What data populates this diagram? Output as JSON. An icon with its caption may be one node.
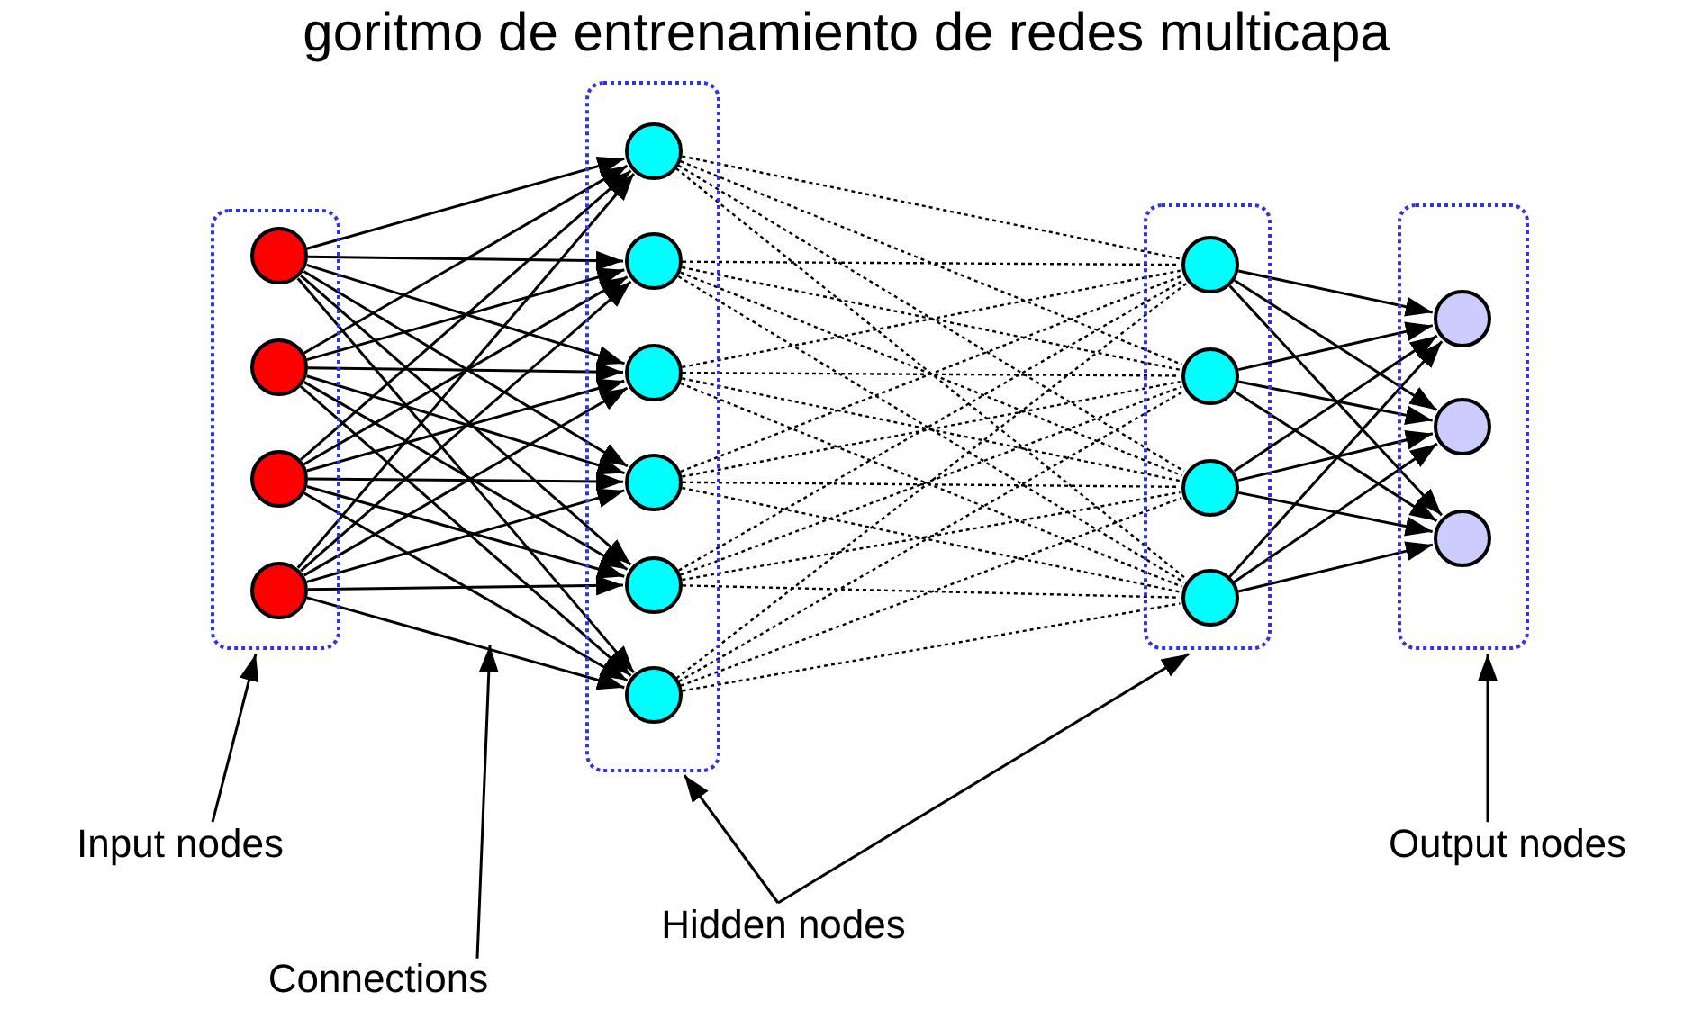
{
  "diagram": {
    "title": "goritmo de entrenamiento de redes multicapa",
    "nodes": [
      {
        "text": [],
        "shape": "box"
      },
      {
        "text": [],
        "shape": "circle",
        "in": 0
      },
      {
        "text": [],
        "shape": "circle",
        "in": 0
      },
      {
        "text": [],
        "shape": "circle",
        "in": 0
      },
      {
        "text": [],
        "shape": "circle",
        "in": 0
      },
      {
        "text": [],
        "shape": "box"
      },
      {
        "text": [],
        "shape": "circle",
        "in": 5
      },
      {
        "text": [],
        "shape": "circle",
        "in": 5
      },
      {
        "text": [],
        "shape": "circle",
        "in": 5
      },
      {
        "text": [],
        "shape": "circle",
        "in": 5
      },
      {
        "text": [],
        "shape": "circle",
        "in": 5
      },
      {
        "text": [],
        "shape": "circle",
        "in": 5
      },
      {
        "text": [],
        "shape": "box"
      },
      {
        "text": [],
        "shape": "circle",
        "in": 12
      },
      {
        "text": [],
        "shape": "circle",
        "in": 12
      },
      {
        "text": [],
        "shape": "circle",
        "in": 12
      },
      {
        "text": [],
        "shape": "circle",
        "in": 12
      },
      {
        "text": [],
        "shape": "box"
      },
      {
        "text": [],
        "shape": "circle",
        "in": 17
      },
      {
        "text": [],
        "shape": "circle",
        "in": 17
      },
      {
        "text": [],
        "shape": "circle",
        "in": 17
      },
      {
        "text": [
          "Input nodes"
        ]
      },
      {
        "text": [
          "Connections"
        ]
      },
      {
        "text": [
          "Hidden nodes"
        ]
      },
      {
        "text": [
          "Output nodes"
        ]
      }
    ],
    "edges": [
      {
        "from": 1,
        "to": 6,
        "arrow": "to"
      },
      {
        "from": 1,
        "to": 7,
        "arrow": "to"
      },
      {
        "from": 1,
        "to": 8,
        "arrow": "to"
      },
      {
        "from": 1,
        "to": 9,
        "arrow": "to"
      },
      {
        "from": 1,
        "to": 10,
        "arrow": "to"
      },
      {
        "from": 1,
        "to": 11,
        "arrow": "to"
      },
      {
        "from": 2,
        "to": 6,
        "arrow": "to"
      },
      {
        "from": 2,
        "to": 7,
        "arrow": "to"
      },
      {
        "from": 2,
        "to": 8,
        "arrow": "to"
      },
      {
        "from": 2,
        "to": 9,
        "arrow": "to"
      },
      {
        "from": 2,
        "to": 10,
        "arrow": "to"
      },
      {
        "from": 2,
        "to": 11,
        "arrow": "to"
      },
      {
        "from": 3,
        "to": 6,
        "arrow": "to"
      },
      {
        "from": 3,
        "to": 7,
        "arrow": "to"
      },
      {
        "from": 3,
        "to": 8,
        "arrow": "to"
      },
      {
        "from": 3,
        "to": 9,
        "arrow": "to"
      },
      {
        "from": 3,
        "to": 10,
        "arrow": "to"
      },
      {
        "from": 3,
        "to": 11,
        "arrow": "to"
      },
      {
        "from": 4,
        "to": 6,
        "arrow": "to"
      },
      {
        "from": 4,
        "to": 7,
        "arrow": "to"
      },
      {
        "from": 4,
        "to": 8,
        "arrow": "to"
      },
      {
        "from": 4,
        "to": 9,
        "arrow": "to"
      },
      {
        "from": 4,
        "to": 10,
        "arrow": "to"
      },
      {
        "from": 4,
        "to": 11,
        "arrow": "to"
      },
      {
        "from": 6,
        "to": 13,
        "arrow": "none",
        "style": "dashed"
      },
      {
        "from": 6,
        "to": 14,
        "arrow": "none",
        "style": "dashed"
      },
      {
        "from": 6,
        "to": 15,
        "arrow": "none",
        "style": "dashed"
      },
      {
        "from": 6,
        "to": 16,
        "arrow": "none",
        "style": "dashed"
      },
      {
        "from": 7,
        "to": 13,
        "arrow": "none",
        "style": "dashed"
      },
      {
        "from": 7,
        "to": 14,
        "arrow": "none",
        "style": "dashed"
      },
      {
        "from": 7,
        "to": 15,
        "arrow": "none",
        "style": "dashed"
      },
      {
        "from": 7,
        "to": 16,
        "arrow": "none",
        "style": "dashed"
      },
      {
        "from": 8,
        "to": 13,
        "arrow": "none",
        "style": "dashed"
      },
      {
        "from": 8,
        "to": 14,
        "arrow": "none",
        "style": "dashed"
      },
      {
        "from": 8,
        "to": 15,
        "arrow": "none",
        "style": "dashed"
      },
      {
        "from": 8,
        "to": 16,
        "arrow": "none",
        "style": "dashed"
      },
      {
        "from": 9,
        "to": 13,
        "arrow": "none",
        "style": "dashed"
      },
      {
        "from": 9,
        "to": 14,
        "arrow": "none",
        "style": "dashed"
      },
      {
        "from": 9,
        "to": 15,
        "arrow": "none",
        "style": "dashed"
      },
      {
        "from": 9,
        "to": 16,
        "arrow": "none",
        "style": "dashed"
      },
      {
        "from": 10,
        "to": 13,
        "arrow": "none",
        "style": "dashed"
      },
      {
        "from": 10,
        "to": 14,
        "arrow": "none",
        "style": "dashed"
      },
      {
        "from": 10,
        "to": 15,
        "arrow": "none",
        "style": "dashed"
      },
      {
        "from": 10,
        "to": 16,
        "arrow": "none",
        "style": "dashed"
      },
      {
        "from": 11,
        "to": 13,
        "arrow": "none",
        "style": "dashed"
      },
      {
        "from": 11,
        "to": 14,
        "arrow": "none",
        "style": "dashed"
      },
      {
        "from": 11,
        "to": 15,
        "arrow": "none",
        "style": "dashed"
      },
      {
        "from": 11,
        "to": 16,
        "arrow": "none",
        "style": "dashed"
      },
      {
        "from": 13,
        "to": 18,
        "arrow": "to"
      },
      {
        "from": 13,
        "to": 19,
        "arrow": "to"
      },
      {
        "from": 13,
        "to": 20,
        "arrow": "to"
      },
      {
        "from": 14,
        "to": 18,
        "arrow": "to"
      },
      {
        "from": 14,
        "to": 19,
        "arrow": "to"
      },
      {
        "from": 14,
        "to": 20,
        "arrow": "to"
      },
      {
        "from": 15,
        "to": 18,
        "arrow": "to"
      },
      {
        "from": 15,
        "to": 19,
        "arrow": "to"
      },
      {
        "from": 15,
        "to": 20,
        "arrow": "to"
      },
      {
        "from": 16,
        "to": 18,
        "arrow": "to"
      },
      {
        "from": 16,
        "to": 19,
        "arrow": "to"
      },
      {
        "from": 16,
        "to": 20,
        "arrow": "to"
      },
      {
        "from": 21,
        "to": 0,
        "arrow": "to"
      },
      {
        "from": 22,
        "to": null,
        "arrow": "to"
      },
      {
        "from": 23,
        "to": 5,
        "arrow": "to"
      },
      {
        "from": 23,
        "to": 12,
        "arrow": "to"
      },
      {
        "from": 24,
        "to": 17,
        "arrow": "to"
      }
    ]
  }
}
